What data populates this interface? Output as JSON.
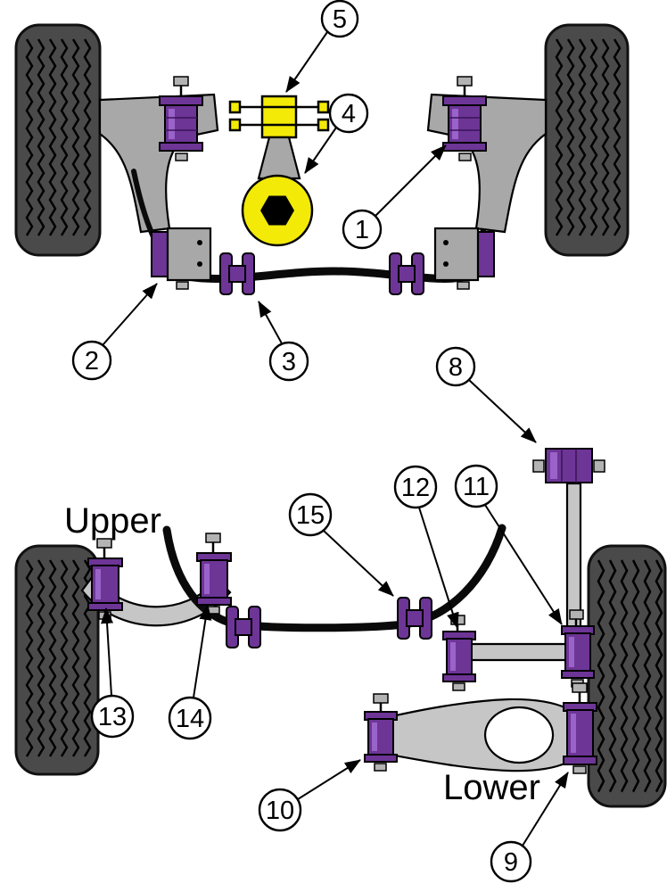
{
  "figure": {
    "labels": {
      "upper": "Upper",
      "lower": "Lower"
    },
    "callouts": {
      "k1": "1",
      "k2": "2",
      "k3": "3",
      "k4": "4",
      "k5": "5",
      "k8": "8",
      "k9": "9",
      "k10": "10",
      "k11": "11",
      "k12": "12",
      "k13": "13",
      "k14": "14",
      "k15": "15"
    },
    "colors": {
      "bush_purple": "#6d3596",
      "bush_highlight": "#9a63c9",
      "mount_yellow": "#f3ea07",
      "arm_gray": "#a8a8a8",
      "arm_light_gray": "#c6c6c6",
      "tire_gray": "#4a4a4a",
      "line_black": "#000000",
      "background": "#ffffff"
    }
  }
}
